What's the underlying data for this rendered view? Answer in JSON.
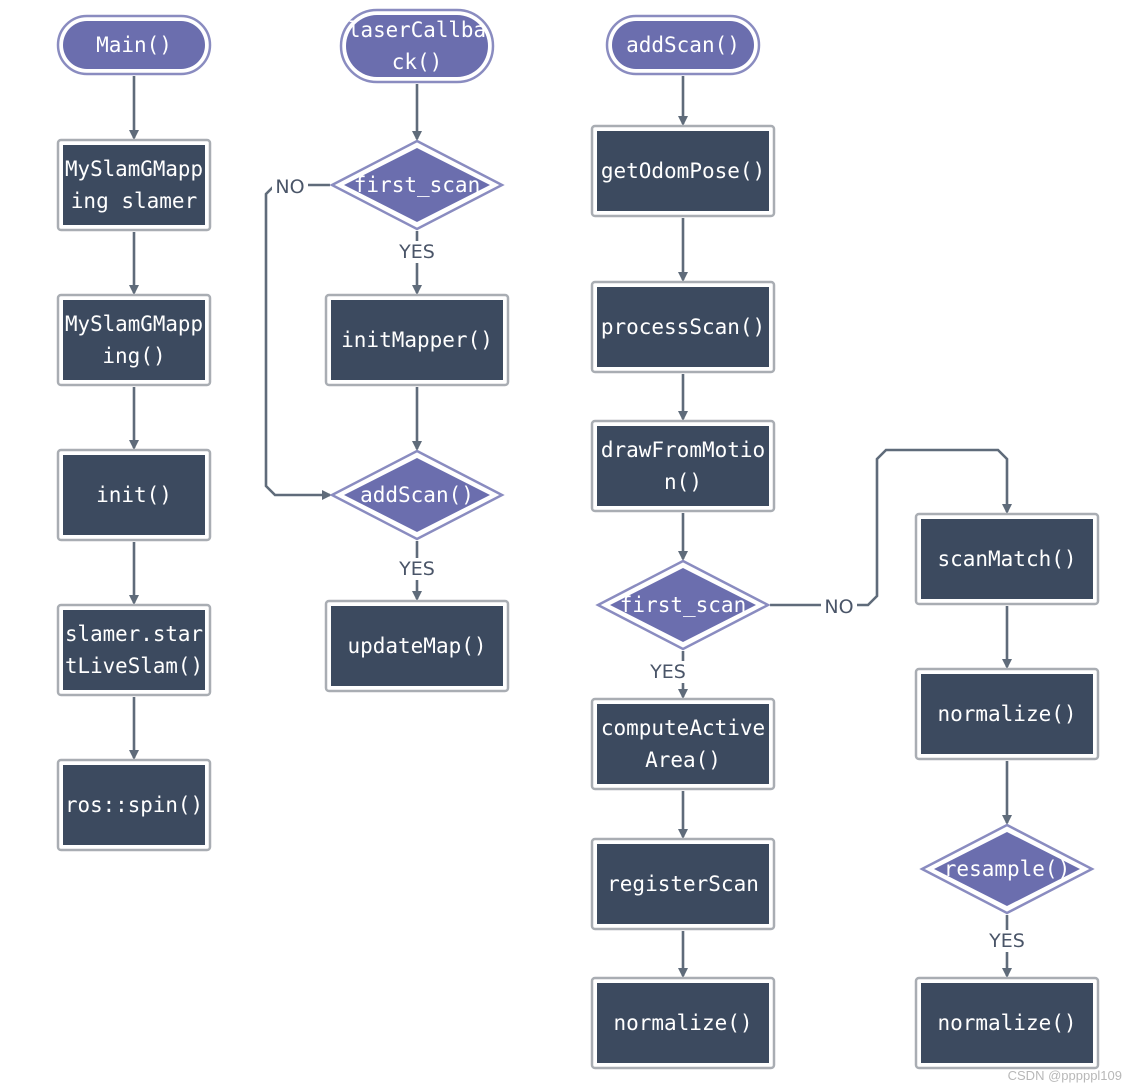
{
  "colors": {
    "process_fill": "#3c4a5f",
    "terminal_fill": "#6b6eae",
    "decision_fill": "#6b6eae",
    "edge": "#5f6b7a",
    "label": "#4a5568"
  },
  "nodes": [
    {
      "id": "main",
      "shape": "terminal",
      "lines": [
        "Main()"
      ]
    },
    {
      "id": "myslam-decl",
      "shape": "process",
      "lines": [
        "MySlamGMapp",
        "ing slamer"
      ]
    },
    {
      "id": "myslam-ctor",
      "shape": "process",
      "lines": [
        "MySlamGMapp",
        "ing()"
      ]
    },
    {
      "id": "init",
      "shape": "process",
      "lines": [
        "init()"
      ]
    },
    {
      "id": "start-live-slam",
      "shape": "process",
      "lines": [
        "slamer.star",
        "tLiveSlam()"
      ]
    },
    {
      "id": "ros-spin",
      "shape": "process",
      "lines": [
        "ros::spin()"
      ]
    },
    {
      "id": "laser-callback",
      "shape": "terminal",
      "lines": [
        "laserCallba",
        "ck()"
      ]
    },
    {
      "id": "first-scan-1",
      "shape": "decision",
      "lines": [
        "first_scan"
      ]
    },
    {
      "id": "init-mapper",
      "shape": "process",
      "lines": [
        "initMapper()"
      ]
    },
    {
      "id": "add-scan-decision",
      "shape": "decision",
      "lines": [
        "addScan()"
      ]
    },
    {
      "id": "update-map",
      "shape": "process",
      "lines": [
        "updateMap()"
      ]
    },
    {
      "id": "add-scan-start",
      "shape": "terminal",
      "lines": [
        "addScan()"
      ]
    },
    {
      "id": "get-odom-pose",
      "shape": "process",
      "lines": [
        "getOdomPose()"
      ]
    },
    {
      "id": "process-scan",
      "shape": "process",
      "lines": [
        "processScan()"
      ]
    },
    {
      "id": "draw-from-motion",
      "shape": "process",
      "lines": [
        "drawFromMotio",
        "n()"
      ]
    },
    {
      "id": "first-scan-2",
      "shape": "decision",
      "lines": [
        "first_scan"
      ]
    },
    {
      "id": "compute-active-area",
      "shape": "process",
      "lines": [
        "computeActive",
        "Area()"
      ]
    },
    {
      "id": "register-scan",
      "shape": "process",
      "lines": [
        "registerScan"
      ]
    },
    {
      "id": "normalize-1",
      "shape": "process",
      "lines": [
        "normalize()"
      ]
    },
    {
      "id": "scan-match",
      "shape": "process",
      "lines": [
        "scanMatch()"
      ]
    },
    {
      "id": "normalize-2",
      "shape": "process",
      "lines": [
        "normalize()"
      ]
    },
    {
      "id": "resample",
      "shape": "decision",
      "lines": [
        "resample()"
      ]
    },
    {
      "id": "normalize-3",
      "shape": "process",
      "lines": [
        "normalize()"
      ]
    }
  ],
  "edges": [
    {
      "from": "main",
      "to": "myslam-decl",
      "label": ""
    },
    {
      "from": "myslam-decl",
      "to": "myslam-ctor",
      "label": ""
    },
    {
      "from": "myslam-ctor",
      "to": "init",
      "label": ""
    },
    {
      "from": "init",
      "to": "start-live-slam",
      "label": ""
    },
    {
      "from": "start-live-slam",
      "to": "ros-spin",
      "label": ""
    },
    {
      "from": "laser-callback",
      "to": "first-scan-1",
      "label": ""
    },
    {
      "from": "first-scan-1",
      "to": "init-mapper",
      "label": "YES"
    },
    {
      "from": "first-scan-1",
      "to": "add-scan-decision",
      "label": "NO"
    },
    {
      "from": "init-mapper",
      "to": "add-scan-decision",
      "label": ""
    },
    {
      "from": "add-scan-decision",
      "to": "update-map",
      "label": "YES"
    },
    {
      "from": "add-scan-start",
      "to": "get-odom-pose",
      "label": ""
    },
    {
      "from": "get-odom-pose",
      "to": "process-scan",
      "label": ""
    },
    {
      "from": "process-scan",
      "to": "draw-from-motion",
      "label": ""
    },
    {
      "from": "draw-from-motion",
      "to": "first-scan-2",
      "label": ""
    },
    {
      "from": "first-scan-2",
      "to": "compute-active-area",
      "label": "YES"
    },
    {
      "from": "first-scan-2",
      "to": "scan-match",
      "label": "NO"
    },
    {
      "from": "compute-active-area",
      "to": "register-scan",
      "label": ""
    },
    {
      "from": "register-scan",
      "to": "normalize-1",
      "label": ""
    },
    {
      "from": "scan-match",
      "to": "normalize-2",
      "label": ""
    },
    {
      "from": "normalize-2",
      "to": "resample",
      "label": ""
    },
    {
      "from": "resample",
      "to": "normalize-3",
      "label": "YES"
    }
  ],
  "watermark": "CSDN @pppppl109"
}
